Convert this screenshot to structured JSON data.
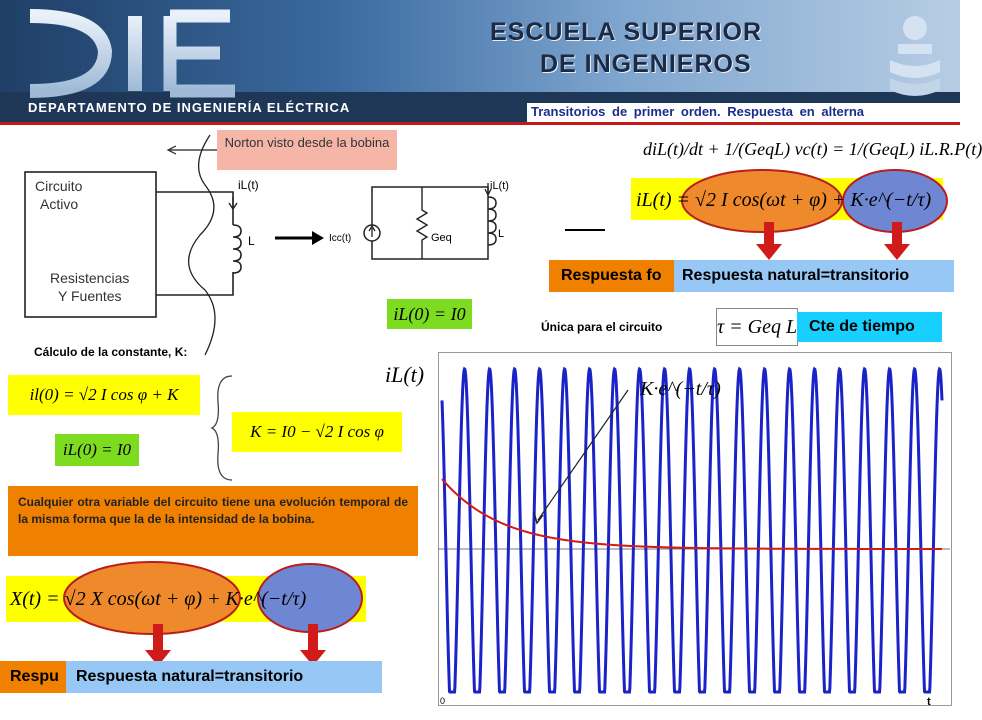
{
  "header": {
    "logo_text": "DIE",
    "school_line1": "ESCUELA SUPERIOR",
    "school_line2": "DE INGENIEROS",
    "department": "DEPARTAMENTO DE INGENIERÍA ELÉCTRICA",
    "topic": "Transitorios de primer orden. Respuesta en alterna"
  },
  "circuit": {
    "norton_label": "Norton visto desde la bobina",
    "block_title_1": "Circuito",
    "block_title_2": "Activo",
    "block_sub_1": "Resistencias",
    "block_sub_2": "Y Fuentes",
    "il_left": "iL(t)",
    "l_left": "L",
    "icc": "Icc(t)",
    "geq": "Geq",
    "il_right": "iL(t)",
    "l_right": "L"
  },
  "initial_condition": "iL(0) = I0",
  "diff_eq": "diL(t)/dt + 1/(GeqL) vc(t) = 1/(GeqL) iL.R.P(t)",
  "solution_eq": "iL(t) = √2 I cos(ωt + φ) + K·e^(−t/τ)",
  "labels": {
    "forced_partial": "Respuesta fo",
    "natural": "Respuesta natural=transitorio",
    "unique": "Única para el circuito",
    "tau_eq": "τ = Geq L",
    "time_const": "Cte de tiempo",
    "calc_k": "Cálculo de la constante, K:",
    "forced_partial_bottom": "Respu",
    "natural_bottom": "Respuesta natural=transitorio"
  },
  "k_equations": {
    "eq1": "il(0) = √2 I cos φ + K",
    "eq2": "iL(0) = I0",
    "eq3": "K = I0 − √2 I cos φ"
  },
  "note": "Cualquier otra variable del circuito tiene una evolución temporal de la misma forma que la de la intensidad de la bobina.",
  "x_eq": "X(t) = √2 X cos(ωt + φ) + K·e^(−t/τ)",
  "plot": {
    "y_label": "iL(t)",
    "exp_label": "K·e^(−t/τ)",
    "x_axis_label": "t",
    "origin_label": "0"
  },
  "colors": {
    "yellow": "#ffff00",
    "orange": "#f08000",
    "light_blue": "#97c7f4",
    "cyan": "#18d0ff",
    "pink": "#f5b6a8",
    "red": "#d11a1a",
    "wave": "#1a23c8",
    "green_box": "#7ddc1f",
    "ellipse_orange": "#ef8a2c",
    "ellipse_blue": "#6f86d3"
  },
  "chart_data": {
    "type": "line",
    "title": "",
    "xlabel": "t",
    "ylabel": "iL(t)",
    "series": [
      {
        "name": "",
        "description_type": "sinusoid",
        "cycles_visible": 20
      },
      {
        "name": "",
        "description_type": "decaying exponential"
      }
    ]
  }
}
